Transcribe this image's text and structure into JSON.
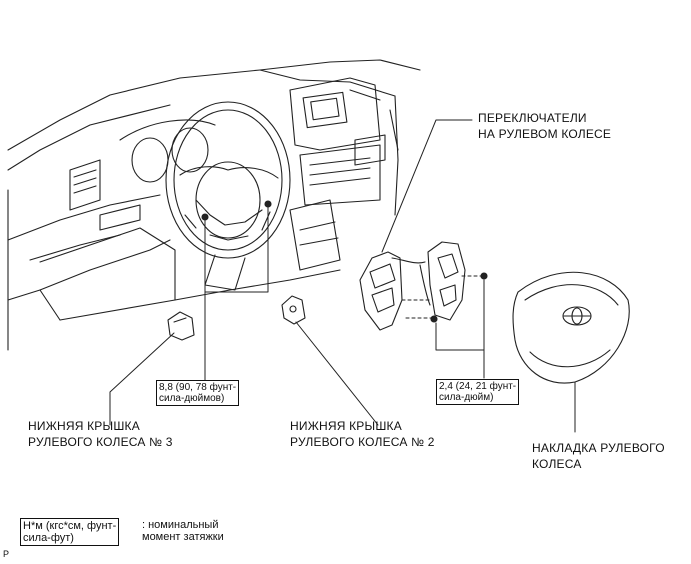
{
  "labels": {
    "switches": [
      "ПЕРЕКЛЮЧАТЕЛИ",
      "НА РУЛЕВОМ КОЛЕСЕ"
    ],
    "lower_cover_3": [
      "НИЖНЯЯ КРЫШКА",
      "РУЛЕВОГО КОЛЕСА № 3"
    ],
    "lower_cover_2": [
      "НИЖНЯЯ КРЫШКА",
      "РУЛЕВОГО КОЛЕСА № 2"
    ],
    "pad": [
      "НАКЛАДКА РУЛЕВОГО",
      "КОЛЕСА"
    ]
  },
  "torque": {
    "left": [
      "8,8 (90, 78 фунт-",
      "сила-дюймов)"
    ],
    "right": [
      "2,4 (24, 21 фунт-",
      "сила-дюйм)"
    ]
  },
  "legend": {
    "box": [
      "Н*м (кгс*см, фунт-",
      "сила-фут)"
    ],
    "desc": [
      ": номинальный",
      "момент затяжки"
    ]
  },
  "page_marker": "P"
}
